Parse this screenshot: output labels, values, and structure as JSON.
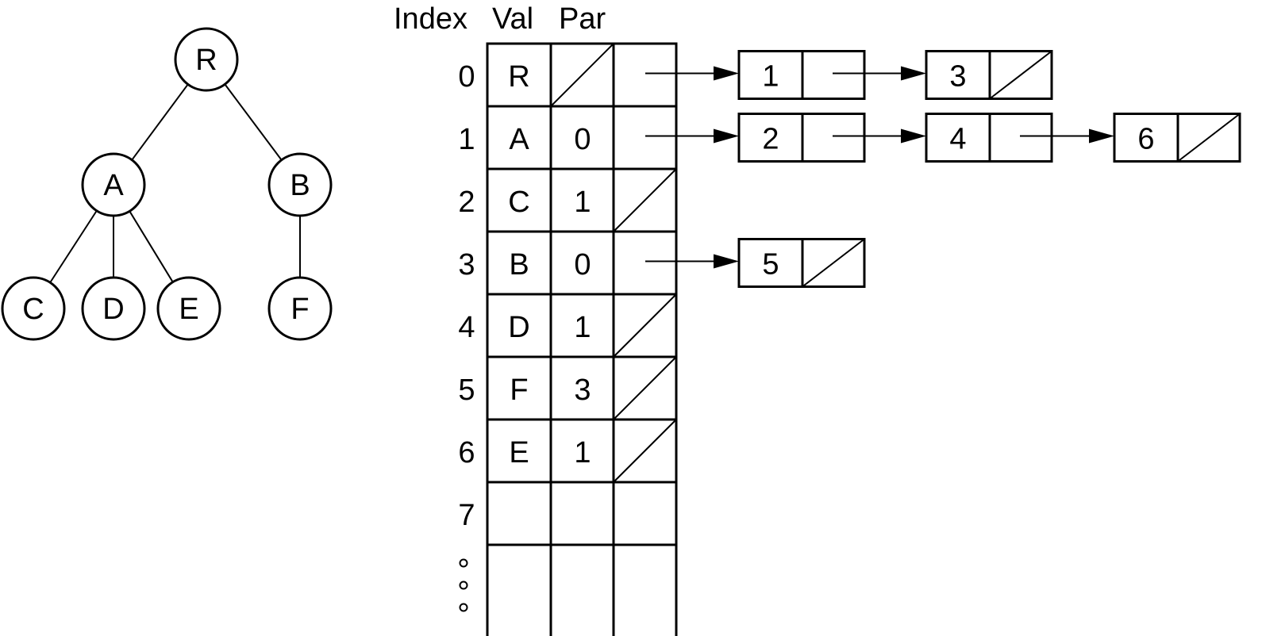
{
  "tree": {
    "nodes": [
      {
        "id": "R",
        "label": "R"
      },
      {
        "id": "A",
        "label": "A"
      },
      {
        "id": "B",
        "label": "B"
      },
      {
        "id": "C",
        "label": "C"
      },
      {
        "id": "D",
        "label": "D"
      },
      {
        "id": "E",
        "label": "E"
      },
      {
        "id": "F",
        "label": "F"
      }
    ],
    "edges": [
      [
        "R",
        "A"
      ],
      [
        "R",
        "B"
      ],
      [
        "A",
        "C"
      ],
      [
        "A",
        "D"
      ],
      [
        "A",
        "E"
      ],
      [
        "B",
        "F"
      ]
    ]
  },
  "table": {
    "headers": {
      "index": "Index",
      "val": "Val",
      "par": "Par"
    },
    "rows": [
      {
        "index": "0",
        "val": "R",
        "par": "",
        "par_null": true,
        "children": [
          "1",
          "3"
        ]
      },
      {
        "index": "1",
        "val": "A",
        "par": "0",
        "par_null": false,
        "children": [
          "2",
          "4",
          "6"
        ]
      },
      {
        "index": "2",
        "val": "C",
        "par": "1",
        "par_null": false,
        "children": []
      },
      {
        "index": "3",
        "val": "B",
        "par": "0",
        "par_null": false,
        "children": [
          "5"
        ]
      },
      {
        "index": "4",
        "val": "D",
        "par": "1",
        "par_null": false,
        "children": []
      },
      {
        "index": "5",
        "val": "F",
        "par": "3",
        "par_null": false,
        "children": []
      },
      {
        "index": "6",
        "val": "E",
        "par": "1",
        "par_null": false,
        "children": []
      },
      {
        "index": "7",
        "val": "",
        "par": "",
        "par_null": false,
        "children": null
      },
      {
        "index": "",
        "val": "",
        "par": "",
        "par_null": false,
        "children": null
      }
    ],
    "continuation": "ellipsis"
  }
}
